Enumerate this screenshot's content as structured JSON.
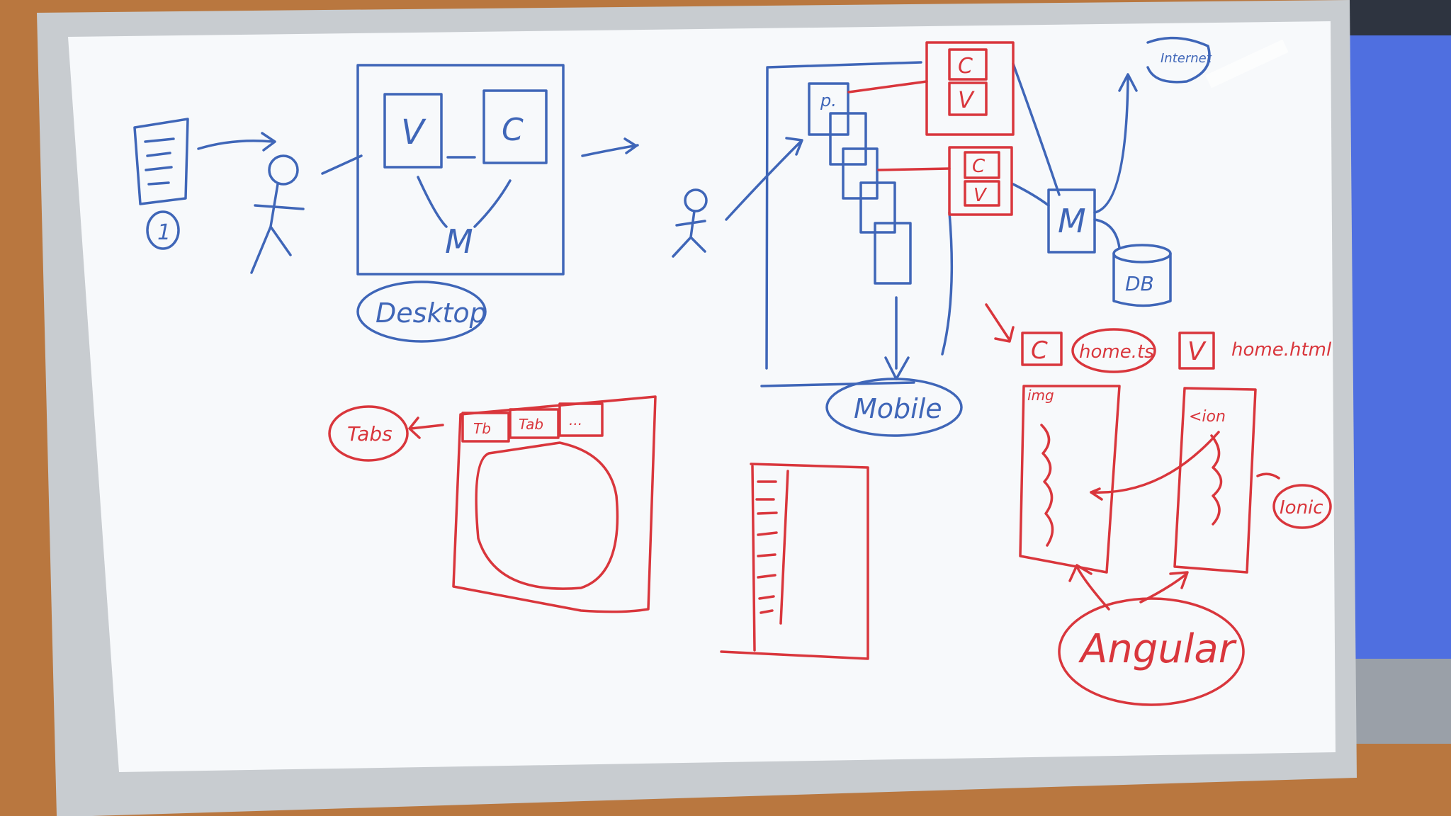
{
  "labels": {
    "num_one": "1",
    "desktop": "Desktop",
    "v1": "V",
    "c1": "C",
    "m1": "M",
    "p": "p.",
    "c2": "C",
    "v2": "V",
    "c3": "C",
    "v3": "V",
    "m2": "M",
    "internet": "Internet",
    "db": "DB",
    "mobile": "Mobile",
    "tabs": "Tabs",
    "tab1": "Tb",
    "tab2": "Tab",
    "tab3": "...",
    "c4": "C",
    "home_ts": "home.ts",
    "v4": "V",
    "home_html": "home.html",
    "img": "img",
    "ion": "<ion",
    "ionic": "Ionic",
    "angular": "Angular"
  },
  "colors": {
    "board": "#f7f9fb",
    "frame": "#c8ccd0",
    "wood": "#b9773f",
    "screen": "#4f6fe0",
    "blue_marker": "#3f66b8",
    "red_marker": "#d9363c"
  }
}
